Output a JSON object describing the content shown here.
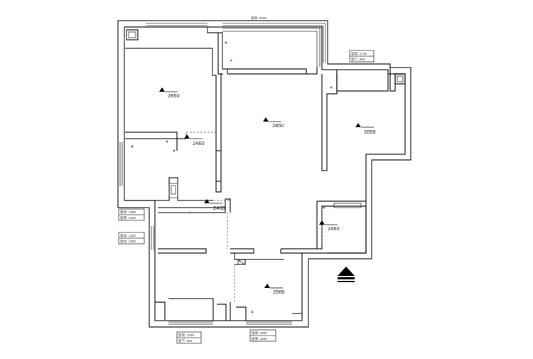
{
  "plan": {
    "elevations": [
      {
        "room": "bedroom-upper-left",
        "value": "2850",
        "marker": [
          228,
          126
        ],
        "label": [
          236,
          137
        ]
      },
      {
        "room": "living-room",
        "value": "2850",
        "marker": [
          374,
          168
        ],
        "label": [
          383,
          179
        ]
      },
      {
        "room": "bedroom-right",
        "value": "2850",
        "marker": [
          504,
          176
        ],
        "label": [
          512,
          188
        ]
      },
      {
        "room": "corridor",
        "value": "2460",
        "marker": [
          263,
          192
        ],
        "label": [
          271,
          204
        ]
      },
      {
        "room": "hall",
        "value": "2460",
        "marker": [
          291,
          283
        ],
        "label": [
          300,
          295
        ]
      },
      {
        "room": "kitchen",
        "value": "2460",
        "marker": [
          453,
          313
        ],
        "label": [
          461,
          324
        ]
      },
      {
        "room": "bedroom-bottom",
        "value": "2880",
        "marker": [
          376,
          402
        ],
        "label": [
          384,
          413
        ]
      }
    ],
    "window_notes": [
      {
        "id": "top-window",
        "lines": [
          "窗高: 2200"
        ]
      },
      {
        "id": "right-balcony-window",
        "lines": [
          "窗高: 1740",
          "窗下: 500"
        ]
      },
      {
        "id": "left-window-1",
        "lines": [
          "窗高: 1250",
          "窗底: 1000"
        ]
      },
      {
        "id": "left-window-2",
        "lines": [
          "窗高: 1250",
          "窗台: 1000"
        ]
      },
      {
        "id": "bottom-left-window",
        "lines": [
          "窗高: 1210",
          "窗下: 500"
        ]
      },
      {
        "id": "bottom-mid-window",
        "lines": [
          "窗高: 1250",
          "窗底: 1000"
        ]
      }
    ]
  }
}
